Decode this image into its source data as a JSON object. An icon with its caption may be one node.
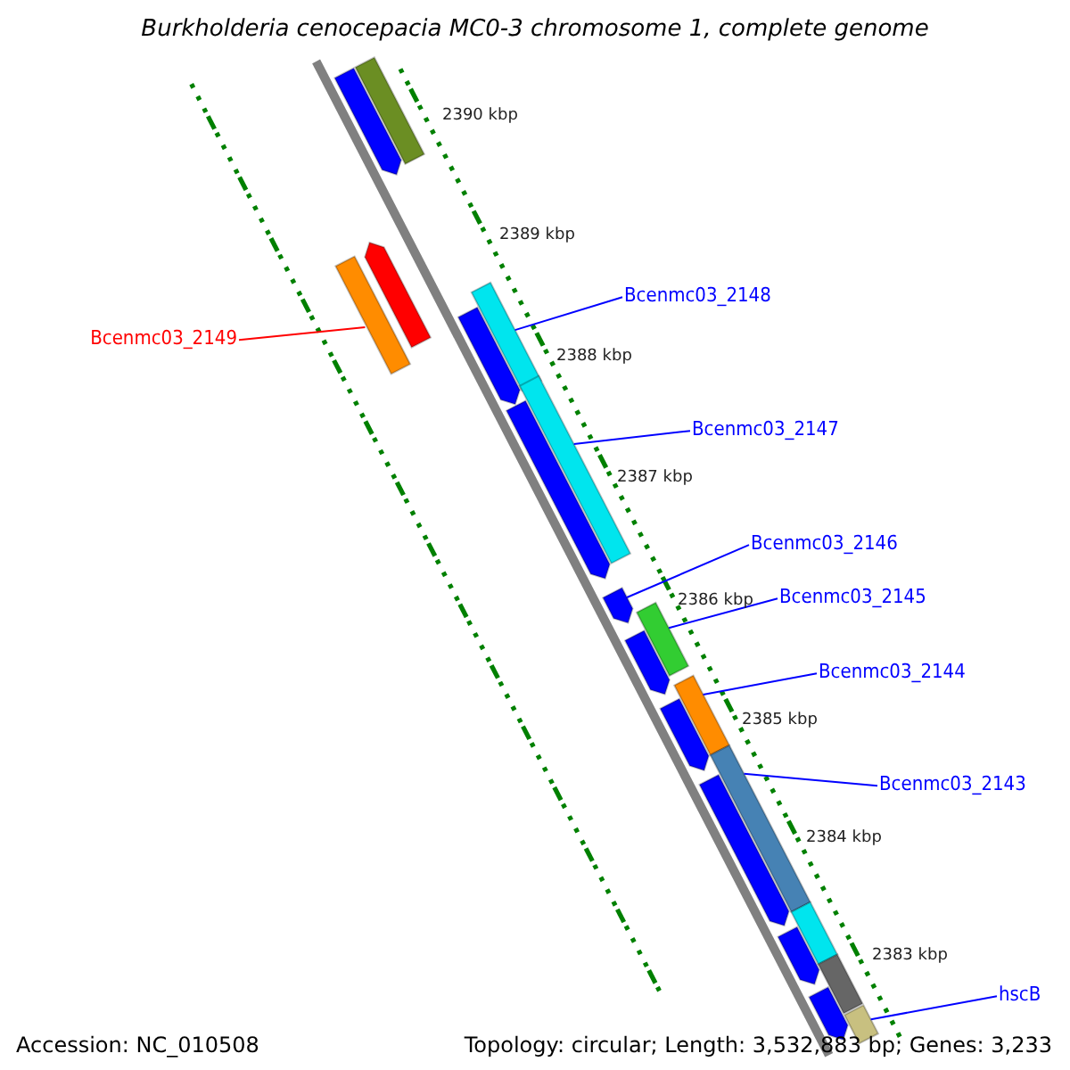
{
  "diagram": {
    "title": "Burkholderia cenocepacia MC0-3 chromosome 1, complete genome",
    "nodes": [
      {
        "text": [
          "Bcenmc03_2149"
        ]
      },
      {
        "text": [
          "Bcenmc03_2148"
        ]
      },
      {
        "text": [
          "Bcenmc03_2147"
        ]
      },
      {
        "text": [
          "Bcenmc03_2146"
        ]
      },
      {
        "text": [
          "Bcenmc03_2145"
        ]
      },
      {
        "text": [
          "Bcenmc03_2144"
        ]
      },
      {
        "text": [
          "Bcenmc03_2143"
        ]
      },
      {
        "text": [
          "hscB"
        ]
      },
      {
        "text": [],
        "shape": "bar"
      },
      {
        "text": [],
        "shape": "bar"
      },
      {
        "text": [],
        "shape": "bar"
      },
      {
        "text": [],
        "shape": "bar"
      },
      {
        "text": [],
        "shape": "bar"
      },
      {
        "text": [],
        "shape": "bar"
      },
      {
        "text": [],
        "shape": "bar"
      },
      {
        "text": [],
        "shape": "bar"
      },
      {
        "text": [],
        "shape": "bar"
      },
      {
        "text": [],
        "shape": "bar"
      },
      {
        "text": [],
        "shape": "bar"
      },
      {
        "text": [],
        "shape": "bar"
      },
      {
        "text": [],
        "shape": "bar"
      },
      {
        "text": [],
        "shape": "bar"
      },
      {
        "text": [],
        "shape": "bar"
      },
      {
        "text": [],
        "shape": "bar"
      },
      {
        "text": [],
        "shape": "bar"
      },
      {
        "text": [],
        "shape": "bar"
      },
      {
        "text": [],
        "shape": "bar"
      },
      {
        "text": [],
        "shape": "bar"
      }
    ],
    "edges": [
      {
        "from": 0,
        "to": 11,
        "arrow": "none",
        "color": "#ff0000"
      },
      {
        "from": 1,
        "to": 12,
        "arrow": "none"
      },
      {
        "from": 2,
        "to": 14,
        "arrow": "none"
      },
      {
        "from": 3,
        "to": 16,
        "arrow": "none"
      },
      {
        "from": 4,
        "to": 17,
        "arrow": "none"
      },
      {
        "from": 5,
        "to": 19,
        "arrow": "none"
      },
      {
        "from": 6,
        "to": 21,
        "arrow": "none"
      },
      {
        "from": 7,
        "to": 27,
        "arrow": "none"
      }
    ],
    "labels": [
      "2390 kbp",
      "2389 kbp",
      "2388 kbp",
      "2387 kbp",
      "2386 kbp",
      "2385 kbp",
      "2384 kbp",
      "2383 kbp",
      "Accession: NC_010508",
      "Topology: circular; Length: 3,532,883 bp; Genes: 3,233"
    ]
  }
}
